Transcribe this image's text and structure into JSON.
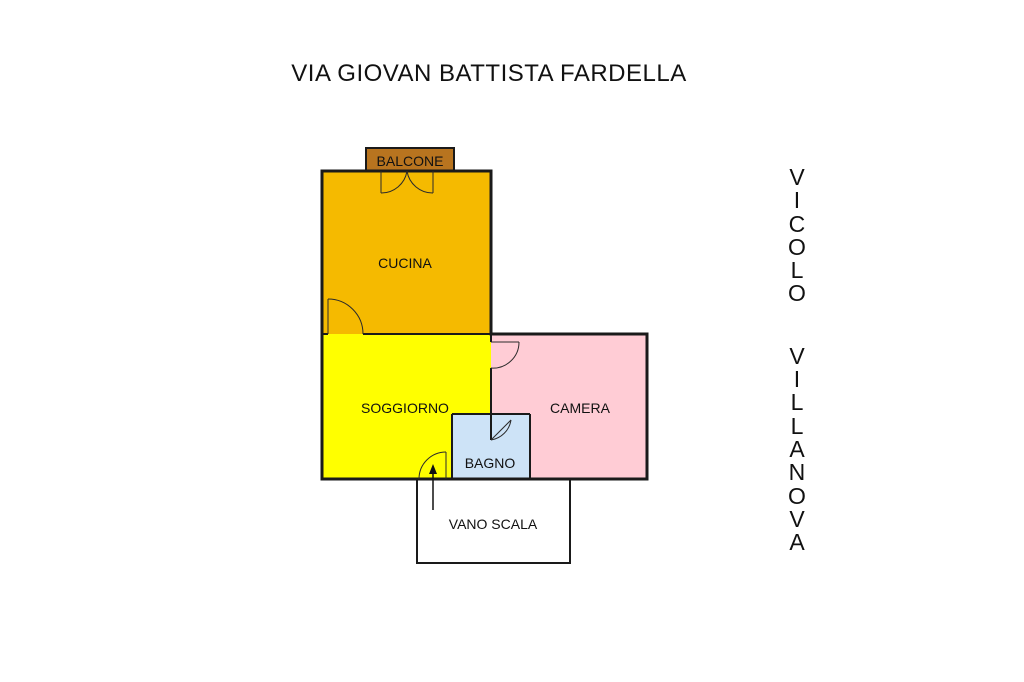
{
  "street_top": "VIA GIOVAN BATTISTA FARDELLA",
  "street_side": "VICOLO VILLANOVA",
  "rooms": {
    "balcone": "BALCONE",
    "cucina": "CUCINA",
    "soggiorno": "SOGGIORNO",
    "camera": "CAMERA",
    "bagno": "BAGNO",
    "vano_scala": "VANO SCALA"
  },
  "colors": {
    "balcone": "#B8741F",
    "cucina": "#F5BA00",
    "soggiorno": "#FFFF00",
    "camera": "#FFCCD5",
    "bagno": "#CDE3F7",
    "vano_scala": "#FFFFFF",
    "walls": "#1A1A1A"
  }
}
